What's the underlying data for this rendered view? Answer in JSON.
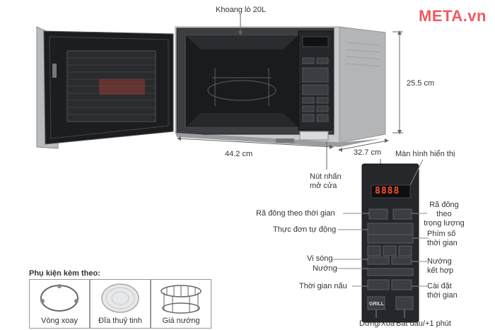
{
  "brand": {
    "name": "META.vn",
    "color": "#f05a60"
  },
  "dimensions": {
    "cavity": "Khoang lò 20L",
    "height": "25.5 cm",
    "width": "44.2 cm",
    "depth": "32.7 cm"
  },
  "labels": {
    "door_button": "Nút nhấn\nmở cửa",
    "display": "Màn hình hiển thị",
    "defrost_time": "Rã đông theo thời gian",
    "defrost_weight": "Rã đông\ntheo\ntrọng lượng",
    "auto_menu": "Thực đơn tự động",
    "number_keys": "Phím số\nthời gian",
    "microwave": "Vi sóng",
    "grill": "Nướng",
    "combo_grill": "Nướng\nkết hợp",
    "cook_time": "Thời gian nấu",
    "set_time": "Cài đặt\nthời gian",
    "stop_clear": "Dừng/Xóa",
    "start": "Bắt đầu/+1 phút"
  },
  "panel": {
    "display_text": "8888",
    "grill_text": "GRILL"
  },
  "accessories": {
    "title": "Phụ kiện kèm theo:",
    "items": [
      {
        "name": "Vòng xoay",
        "icon": "ring-icon"
      },
      {
        "name": "Đĩa thuỷ tinh",
        "icon": "glass-plate-icon"
      },
      {
        "name": "Giá nướng",
        "icon": "grill-rack-icon"
      }
    ]
  },
  "colors": {
    "body_silver": "#c8cacc",
    "panel_black": "#25272b",
    "display_red": "#ff4b2b"
  }
}
